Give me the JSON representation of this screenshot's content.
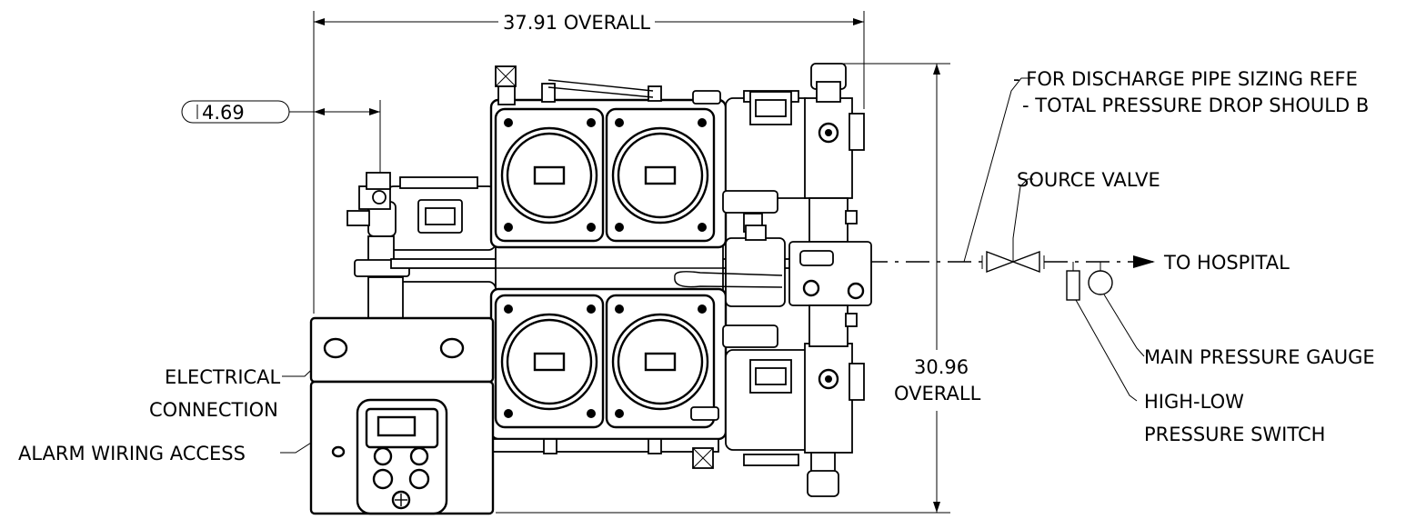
{
  "dimensions": {
    "overall_width": "37.91 OVERALL",
    "overall_height_value": "30.96",
    "overall_height_label": "OVERALL",
    "offset": "4.69"
  },
  "notes": {
    "line1": "- FOR DISCHARGE PIPE SIZING REFE",
    "line2": "- TOTAL PRESSURE DROP SHOULD B"
  },
  "callouts": {
    "source_valve": "SOURCE VALVE",
    "to_hospital": "TO HOSPITAL",
    "main_pressure_gauge": "MAIN PRESSURE GAUGE",
    "high_low_line1": "HIGH-LOW",
    "high_low_line2": "PRESSURE SWITCH",
    "electrical_line1": "ELECTRICAL",
    "electrical_line2": "CONNECTION",
    "alarm_wiring": "ALARM WIRING ACCESS"
  }
}
